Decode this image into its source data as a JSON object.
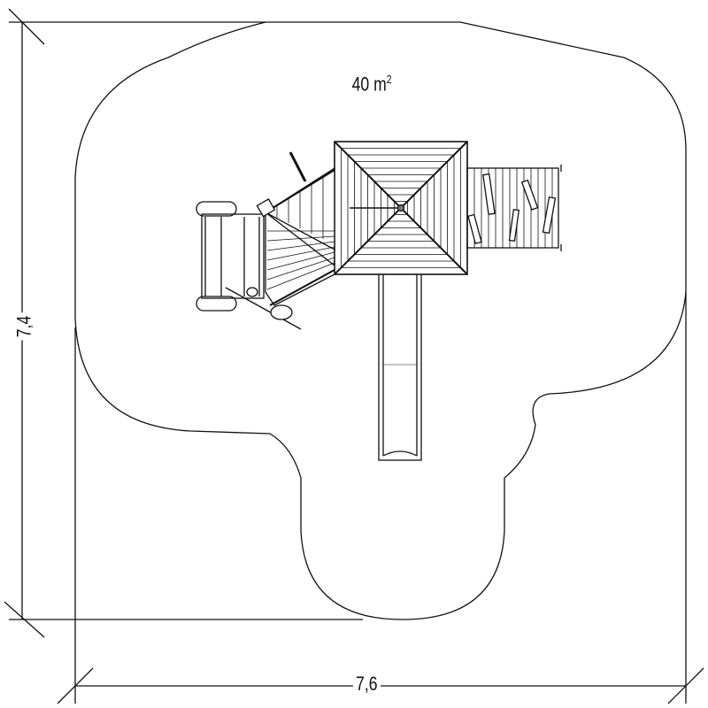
{
  "drawing": {
    "area_value": "40 m",
    "area_exponent": "2",
    "width_dimension": "7,6",
    "height_dimension": "7,4",
    "line_color": "#111111"
  }
}
